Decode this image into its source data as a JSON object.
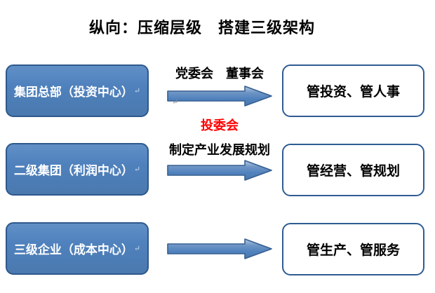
{
  "title": "纵向：压缩层级　搭建三级架构",
  "colors": {
    "box_fill": "#4f81bd",
    "box_border": "#2e588c",
    "outline_border": "#2f5c93",
    "arrow_fill": "#4f81bd",
    "arrow_border": "#365f91",
    "highlight_label": "#ff0000"
  },
  "marks": {
    "line_break": "↵"
  },
  "rows": [
    {
      "left_box": "集团总部（投资中心）",
      "arrow_label_top": "党委会　董事会",
      "arrow_label_bottom": "投委会",
      "right_box": "管投资、管人事"
    },
    {
      "left_box": "二级集团（利润中心）",
      "arrow_label_top": "制定产业发展规划",
      "arrow_label_bottom": "",
      "right_box": "管经营、管规划"
    },
    {
      "left_box": "三级企业（成本中心）",
      "arrow_label_top": "",
      "arrow_label_bottom": "",
      "right_box": "管生产、管服务"
    }
  ]
}
